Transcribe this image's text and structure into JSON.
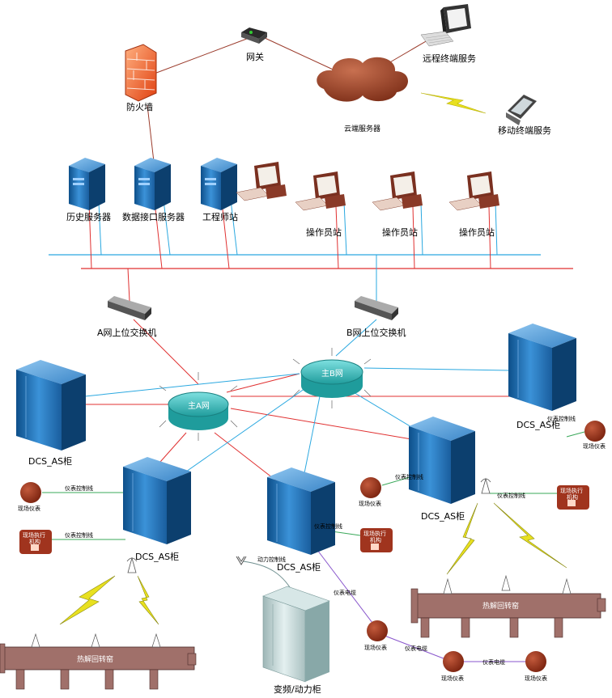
{
  "top": {
    "gateway": "网关",
    "firewall": "防火墙",
    "cloud": "云端服务器",
    "remote": "远程终端服务",
    "mobile": "移动终端服务"
  },
  "servers": {
    "history": "历史服务器",
    "data_interface": "数据接口服务器",
    "engineer": "工程师站",
    "operator": "操作员站"
  },
  "switches": {
    "a": "A网上位交换机",
    "b": "B网上位交换机"
  },
  "rings": {
    "main_a": "主A网",
    "main_b": "主B网"
  },
  "cabinets": {
    "dcs_as": "DCS_AS柜",
    "vfd": "变频/动力柜"
  },
  "field": {
    "instrument": "现场仪表",
    "actuator_line1": "现场执行",
    "actuator_line2": "机构",
    "control_cable": "仪表控制线",
    "signal_cable": "仪表电缆",
    "power_cable": "动力控制线",
    "kiln": "热解回转窑"
  },
  "colors": {
    "net_a": "#e03030",
    "net_b": "#2aa8e0",
    "ring": "#3cb8b8",
    "cabinet": "#1f6fb0",
    "field": "#a0341e",
    "kiln": "#a0706a",
    "green_link": "#3aa85a",
    "purple_link": "#8855cc",
    "lightning": "#e8e020"
  },
  "icons": [
    "firewall-icon",
    "router-icon",
    "cloud-icon",
    "desktop-icon",
    "laptop-icon",
    "server-icon",
    "workstation-icon",
    "switch-icon",
    "cabinet-icon",
    "antenna-icon",
    "lightning-icon",
    "kiln-icon"
  ]
}
